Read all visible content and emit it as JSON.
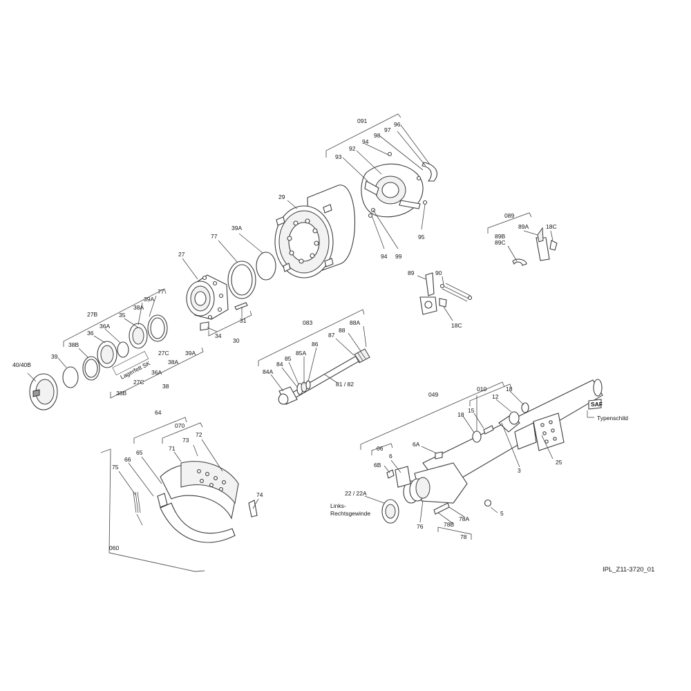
{
  "figure_code": "IPL_Z11-3720_01",
  "notes": {
    "lagerfett": "Lagerfett SK",
    "typenschild": "Typenschild",
    "saf": "SAF",
    "links_rechts_1": "Links-",
    "links_rechts_2": "Rechtsgewinde"
  },
  "labels": {
    "l091": "091",
    "l96": "96",
    "l97": "97",
    "l98": "98",
    "l94a": "94",
    "l92": "92",
    "l93": "93",
    "l29": "29",
    "l95": "95",
    "l94b": "94",
    "l99": "99",
    "l089": "089",
    "l89A": "89A",
    "l18Ca": "18C",
    "l89B": "89B",
    "l89C": "89C",
    "l89": "89",
    "l90": "90",
    "l18Cb": "18C",
    "l39Aa": "39A",
    "l77a": "77",
    "l27": "27",
    "l31": "31",
    "l34": "34",
    "l30": "30",
    "l77b": "77",
    "l39Ab": "39A",
    "l27B": "27B",
    "l38Aa": "38A",
    "l35": "35",
    "l36Aa": "36A",
    "l36": "36",
    "l38Ba": "38B",
    "l39a": "39",
    "l40": "40/40B",
    "l27Ca": "27C",
    "l39b": "39A",
    "l38Ab": "38A",
    "l36Ab": "36A",
    "l27Cb": "27C",
    "l38": "38",
    "l38Bb": "38B",
    "l083": "083",
    "l88A": "88A",
    "l88": "88",
    "l87": "87",
    "l86": "86",
    "l85A": "85A",
    "l85": "85",
    "l84": "84",
    "l84A": "84A",
    "l8182": "81 / 82",
    "l049": "049",
    "l010": "010",
    "l18a": "18",
    "l12": "12",
    "l15": "15",
    "l18b": "18",
    "l25": "25",
    "l3": "3",
    "l6A": "6A",
    "l06": "06",
    "l6": "6",
    "l6B": "6B",
    "l22": "22 / 22A",
    "l76": "76",
    "l78A": "78A",
    "l78B": "78B",
    "l78": "78",
    "l5": "5",
    "l64": "64",
    "l070": "070",
    "l73": "73",
    "l72": "72",
    "l71": "71",
    "l66": "66",
    "l65": "65",
    "l75": "75",
    "l74": "74",
    "l060": "060"
  }
}
